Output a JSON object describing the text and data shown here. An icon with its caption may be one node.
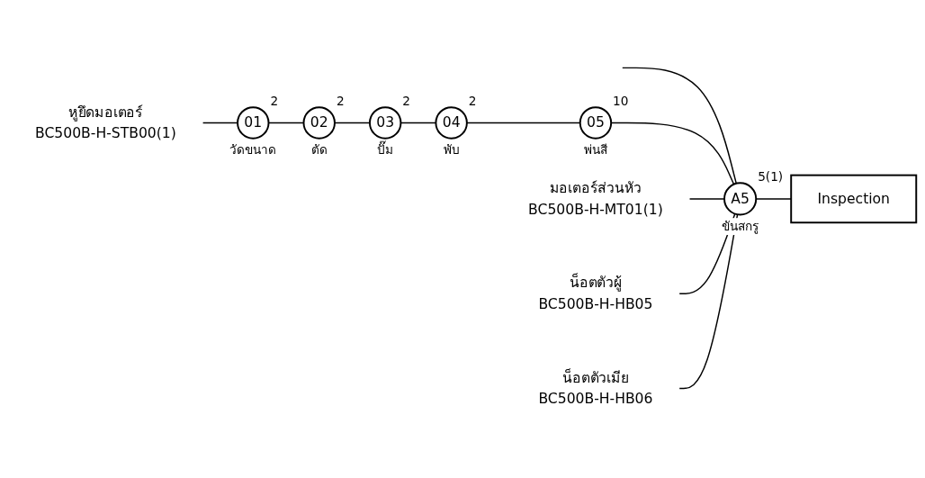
{
  "diagram": {
    "nodes": [
      {
        "text": [
          "หูยึดมอเตอร์",
          "BC500B-H-STB00(1)"
        ]
      },
      {
        "text": [
          "01"
        ],
        "beside": [
          "2",
          "วัดขนาด"
        ]
      },
      {
        "text": [
          "02"
        ],
        "beside": [
          "2",
          "ตัด"
        ]
      },
      {
        "text": [
          "03"
        ],
        "beside": [
          "2",
          "ปั๊ม"
        ]
      },
      {
        "text": [
          "04"
        ],
        "beside": [
          "2",
          "พับ"
        ]
      },
      {
        "text": [
          "05"
        ],
        "beside": [
          "10",
          "พ่นสี"
        ]
      },
      {
        "text": [
          "มอเตอร์ส่วนหัว",
          "BC500B-H-MT01(1)"
        ]
      },
      {
        "text": [
          "น็อตตัวผู้",
          "BC500B-H-HB05"
        ]
      },
      {
        "text": [
          "น็อตตัวเมีย",
          "BC500B-H-HB06"
        ]
      },
      {
        "text": [
          "A5"
        ],
        "beside": [
          "5(1)",
          "ขันสกรู"
        ]
      },
      {
        "text": [
          "Inspection"
        ]
      }
    ],
    "edges": [
      {
        "from": 0,
        "to": 1,
        "arrow": "none"
      },
      {
        "from": 1,
        "to": 2,
        "arrow": "none"
      },
      {
        "from": 2,
        "to": 3,
        "arrow": "none"
      },
      {
        "from": 3,
        "to": 4,
        "arrow": "none"
      },
      {
        "from": 4,
        "to": 5,
        "arrow": "none"
      },
      {
        "from": null,
        "to": 9,
        "arrow": "none"
      },
      {
        "from": 5,
        "to": 9,
        "arrow": "none"
      },
      {
        "from": 6,
        "to": 9,
        "arrow": "none"
      },
      {
        "from": 7,
        "to": 9,
        "arrow": "none"
      },
      {
        "from": 8,
        "to": 9,
        "arrow": "none"
      },
      {
        "from": 9,
        "to": 10,
        "arrow": "none"
      }
    ]
  }
}
